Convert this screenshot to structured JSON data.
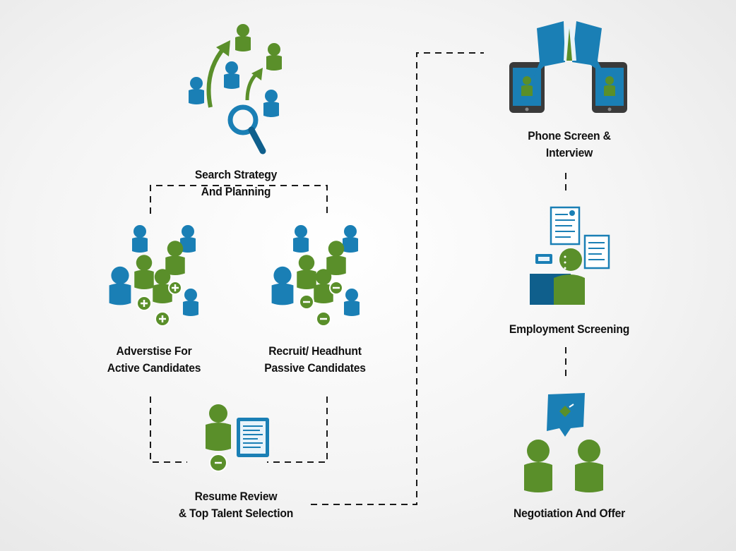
{
  "steps": {
    "search": {
      "line1": "Search Strategy",
      "line2": "And Planning"
    },
    "advertise": {
      "line1": "Adverstise For",
      "line2": "Active Candidates"
    },
    "recruit": {
      "line1": "Recruit/ Headhunt",
      "line2": "Passive Candidates"
    },
    "resume": {
      "line1": "Resume Review",
      "line2": "& Top Talent Selection"
    },
    "phone": {
      "line1": "Phone Screen &",
      "line2": "Interview"
    },
    "screening": {
      "line1": "Employment Screening"
    },
    "negotiation": {
      "line1": "Negotiation And Offer"
    }
  },
  "colors": {
    "blue": "#1a7fb5",
    "blue_dark": "#0f5f8c",
    "green": "#5a8f2a",
    "green_dark": "#3f6a1a",
    "connector": "#1a1a1a"
  }
}
